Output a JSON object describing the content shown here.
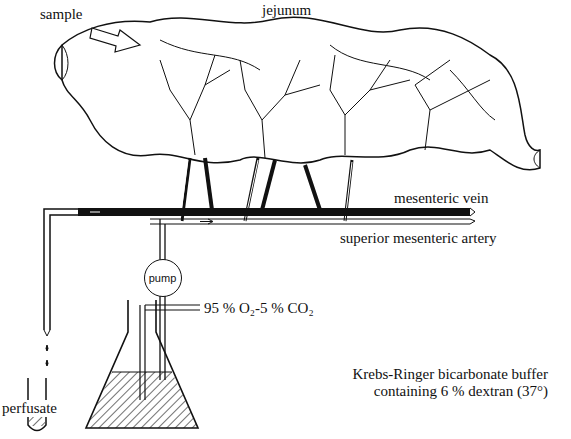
{
  "diagram": {
    "nodes": [
      {
        "text": [
          "pump"
        ]
      }
    ],
    "labels": [
      "jejunum",
      "sample",
      "mesenteric vein",
      "superior mesenteric artery",
      "95 % O₂-5 % CO₂",
      "perfusate",
      "Krebs-Ringer bicarbonate buffer containing 6 % dextran (37°)"
    ]
  }
}
